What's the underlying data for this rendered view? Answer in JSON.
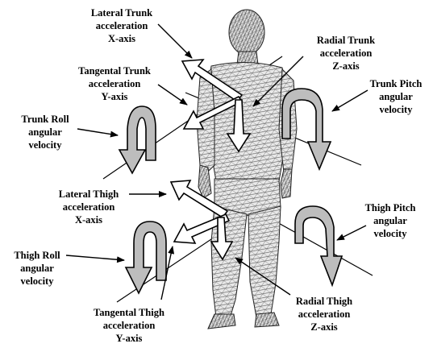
{
  "labels": {
    "lateral_trunk": [
      "Lateral Trunk",
      "acceleration",
      "X-axis"
    ],
    "tangental_trunk": [
      "Tangental Trunk",
      "acceleration",
      "Y-axis"
    ],
    "trunk_roll": [
      "Trunk Roll",
      "angular",
      "velocity"
    ],
    "radial_trunk": [
      "Radial Trunk",
      "acceleration",
      "Z-axis"
    ],
    "trunk_pitch": [
      "Trunk Pitch",
      "angular",
      "velocity"
    ],
    "lateral_thigh": [
      "Lateral Thigh",
      "acceleration",
      "X-axis"
    ],
    "thigh_roll": [
      "Thigh Roll",
      "angular",
      "velocity"
    ],
    "thigh_pitch": [
      "Thigh Pitch",
      "angular",
      "velocity"
    ],
    "tangental_thigh": [
      "Tangental Thigh",
      "acceleration",
      "Y-axis"
    ],
    "radial_thigh": [
      "Radial Thigh",
      "acceleration",
      "Z-axis"
    ]
  },
  "colors": {
    "curved_arrow_fill": "#bdbdbd",
    "arrow_outline": "#000000",
    "mesh": "#4a4a4a"
  }
}
